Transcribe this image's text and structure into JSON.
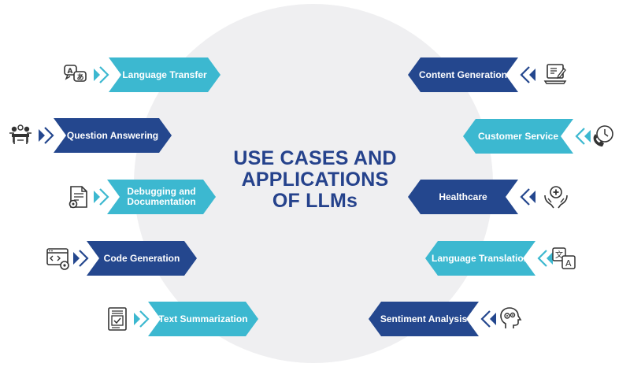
{
  "title": {
    "line1": "USE CASES AND",
    "line2": "APPLICATIONS",
    "line3": "OF LLMs"
  },
  "colors": {
    "title": "#25428c",
    "dark_banner": "#24478e",
    "light_banner": "#3cb8d0",
    "circle": "#efeff1",
    "icon_stroke": "#333333"
  },
  "left_items": [
    {
      "label": "Language Transfer",
      "style": "light",
      "icon": "language-transfer-icon"
    },
    {
      "label": "Question Answering",
      "style": "dark",
      "icon": "people-meeting-icon"
    },
    {
      "label": "Debugging and Documentation",
      "style": "light",
      "icon": "document-gear-icon"
    },
    {
      "label": "Code Generation",
      "style": "dark",
      "icon": "code-window-icon"
    },
    {
      "label": "Text Summarization",
      "style": "light",
      "icon": "summary-document-icon"
    }
  ],
  "right_items": [
    {
      "label": "Content Generation",
      "style": "dark",
      "icon": "laptop-edit-icon"
    },
    {
      "label": "Customer Service",
      "style": "light",
      "icon": "phone-clock-icon"
    },
    {
      "label": "Healthcare",
      "style": "dark",
      "icon": "hands-medical-icon"
    },
    {
      "label": "Language Translation",
      "style": "light",
      "icon": "translate-icon"
    },
    {
      "label": "Sentiment Analysis",
      "style": "dark",
      "icon": "head-gears-icon"
    }
  ]
}
